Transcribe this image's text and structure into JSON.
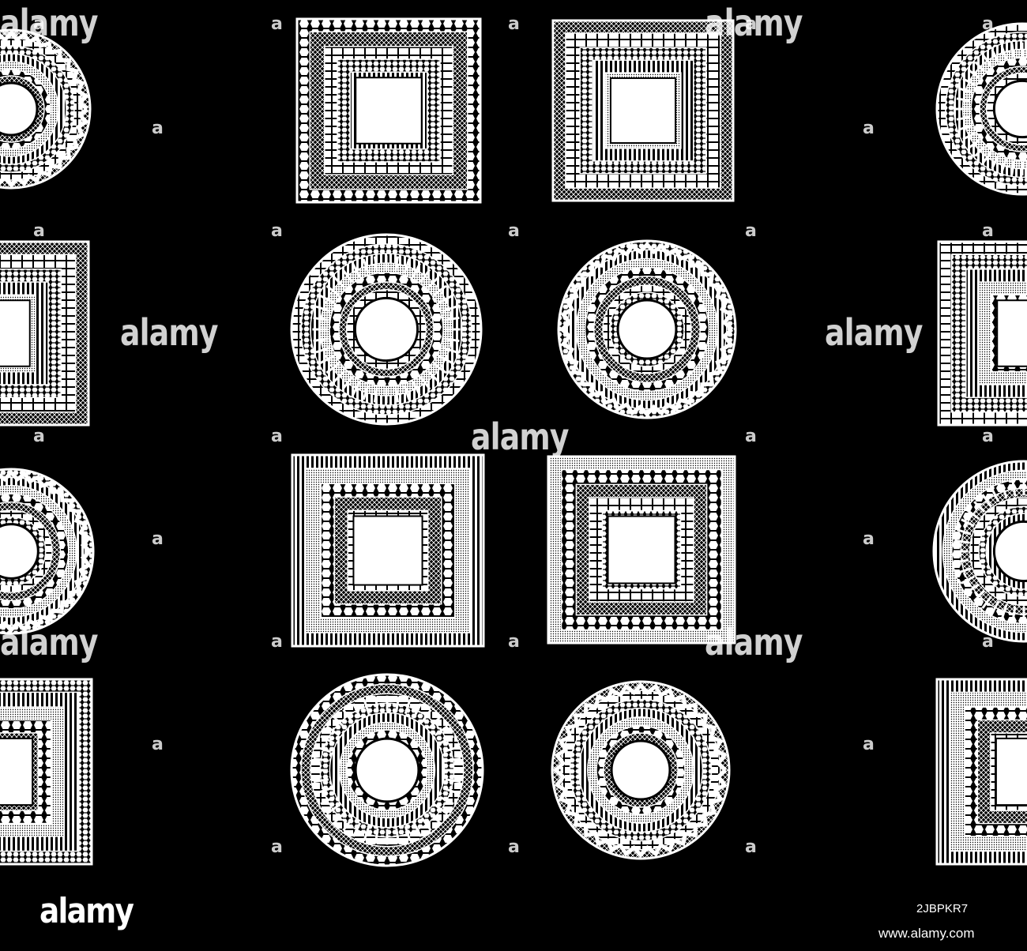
{
  "watermark": {
    "brand": "alamy",
    "mark_glyph": "a"
  },
  "footer": {
    "logo": "alamy",
    "image_id": "2JBPKR7",
    "site": "www.alamy.com"
  },
  "colors": {
    "background": "#000000",
    "ornament": "#ffffff"
  },
  "ornaments": {
    "shapes": [
      "square",
      "square",
      "circle",
      "circle",
      "square",
      "square",
      "circle",
      "circle"
    ],
    "edge_shapes": [
      "circle",
      "square",
      "circle",
      "square"
    ]
  }
}
